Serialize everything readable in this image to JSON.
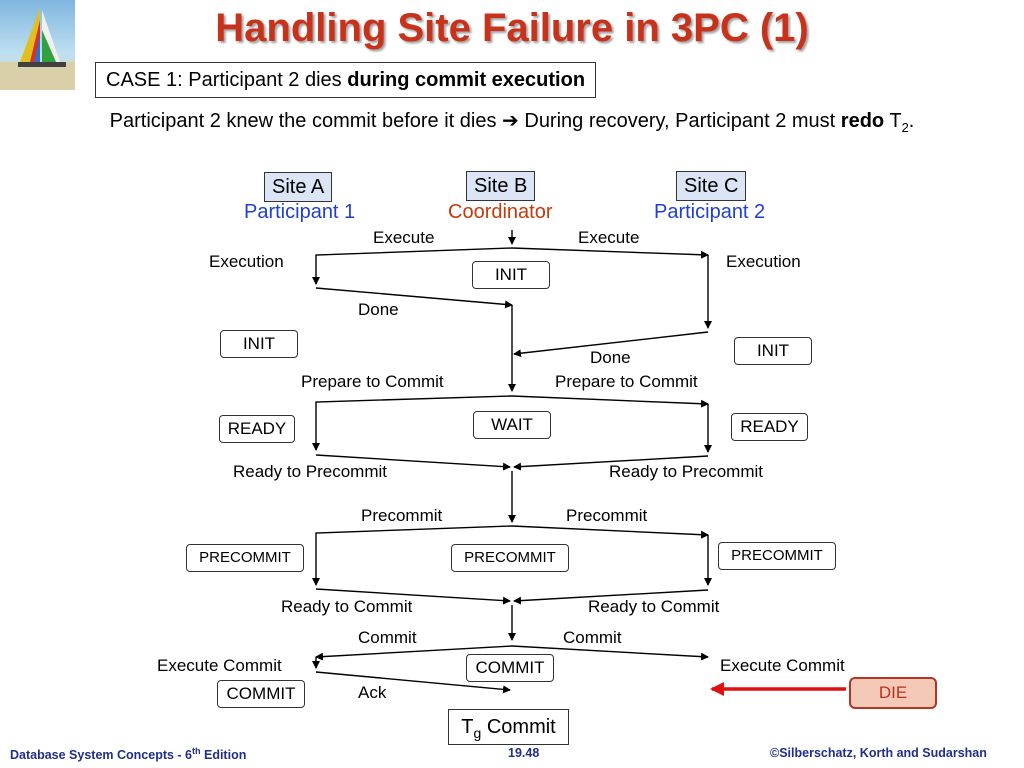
{
  "title": "Handling Site Failure in 3PC (1)",
  "case": {
    "prefix": "CASE 1: Participant 2 dies ",
    "bold": "during commit execution"
  },
  "description": {
    "part1": "Participant 2 knew the commit before it dies ",
    "arrow": "➔",
    "part2": " During recovery, Participant 2 must ",
    "bold": "redo",
    "tx": " T",
    "sub": "2",
    "end": "."
  },
  "sites": {
    "a": {
      "name": "Site A",
      "role": "Participant 1"
    },
    "b": {
      "name": "Site B",
      "role": "Coordinator"
    },
    "c": {
      "name": "Site C",
      "role": "Participant 2"
    }
  },
  "messages": {
    "execute_left": "Execute",
    "execute_right": "Execute",
    "execution_left": "Execution",
    "execution_right": "Execution",
    "done_left": "Done",
    "done_right": "Done",
    "prepare_left": "Prepare to Commit",
    "prepare_right": "Prepare to Commit",
    "ready_precommit_left": "Ready to Precommit",
    "ready_precommit_right": "Ready to Precommit",
    "precommit_left": "Precommit",
    "precommit_right": "Precommit",
    "ready_commit_left": "Ready to Commit",
    "ready_commit_right": "Ready to Commit",
    "commit_left": "Commit",
    "commit_right": "Commit",
    "execute_commit_left": "Execute Commit",
    "execute_commit_right": "Execute Commit",
    "ack": "Ack"
  },
  "states": {
    "b_init": "INIT",
    "a_init": "INIT",
    "c_init": "INIT",
    "b_wait": "WAIT",
    "a_ready": "READY",
    "c_ready": "READY",
    "a_precommit": "PRECOMMIT",
    "b_precommit": "PRECOMMIT",
    "c_precommit": "PRECOMMIT",
    "b_commit": "COMMIT",
    "a_commit": "COMMIT"
  },
  "die": "DIE",
  "final": {
    "t": "T",
    "sub": "g",
    "rest": " Commit"
  },
  "footer": {
    "left_a": "Database System Concepts - 6",
    "left_sup": "th",
    "left_b": " Edition",
    "center": "19.48",
    "right": "©Silberschatz, Korth and Sudarshan"
  },
  "colors": {
    "title": "#c8321a",
    "die_arrow": "#e01010",
    "participant": "#1f3fd0",
    "coordinator": "#c23a0a"
  }
}
